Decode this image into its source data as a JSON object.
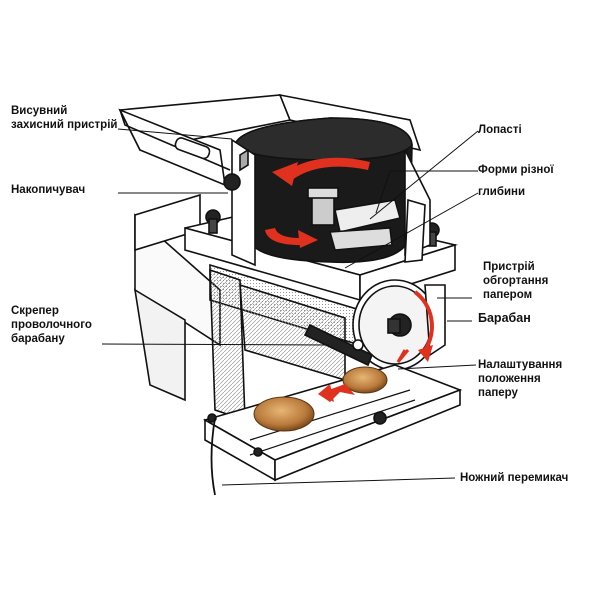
{
  "labels": {
    "visuvnyi": [
      "Висувний",
      "захисний пристрій"
    ],
    "nakopychuvach": [
      "Накопичувач"
    ],
    "lopasti": [
      "Лопасті"
    ],
    "formy": [
      "Форми різної",
      "глибини"
    ],
    "prystrii": [
      "Пристрій",
      "обгортання",
      "папером"
    ],
    "skreper": [
      "Скрепер",
      "проволочного",
      "барабану"
    ],
    "baraban": [
      "Барабан"
    ],
    "nalashtuvannia": [
      "Налаштування",
      "положення",
      "паперу"
    ],
    "nozhnyi": [
      "Ножний перемикач"
    ]
  },
  "colors": {
    "arrow": "#e0301e",
    "line": "#111111",
    "hopper": "#1a1a1a",
    "body": "#ffffff"
  }
}
